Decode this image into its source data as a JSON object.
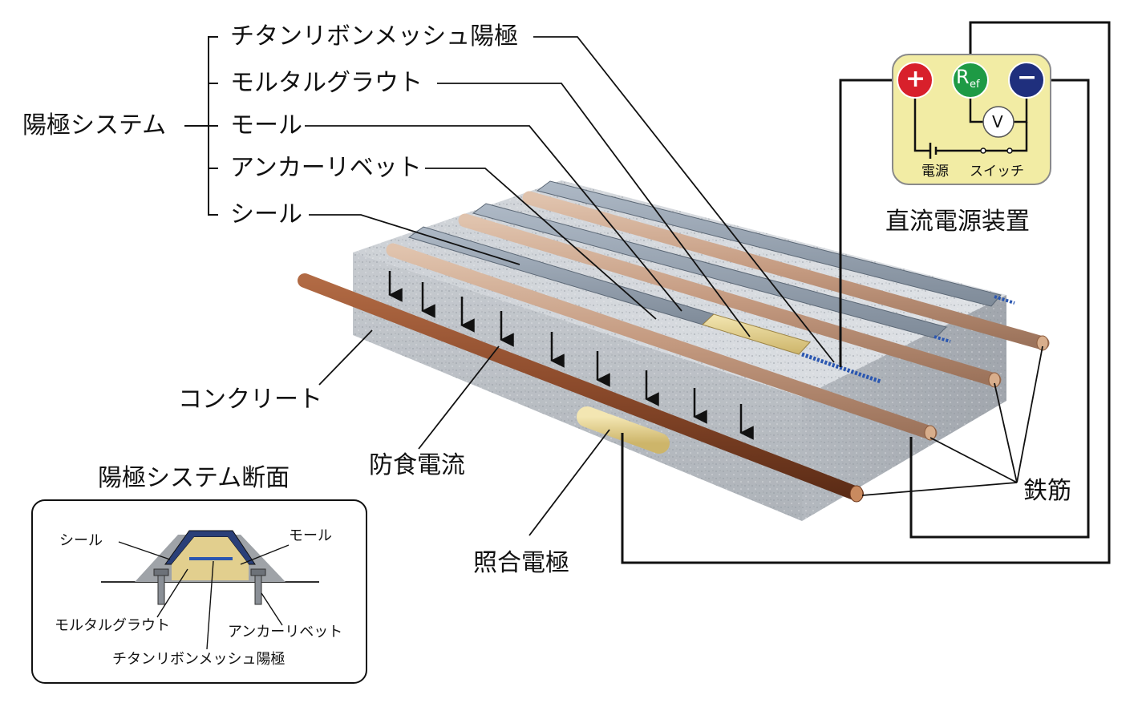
{
  "labels": {
    "anode_system": "陽極システム",
    "titanium_mesh": "チタンリボンメッシュ陽極",
    "mortar_grout": "モルタルグラウト",
    "mall": "モール",
    "anchor_rivet": "アンカーリベット",
    "seal": "シール",
    "concrete": "コンクリート",
    "protection_current": "防食電流",
    "reference_electrode": "照合電極",
    "rebar": "鉄筋",
    "dc_power_unit": "直流電源装置"
  },
  "power_unit": {
    "plus": "+",
    "ref_main": "R",
    "ref_sub": "ef",
    "minus": "−",
    "voltmeter": "V",
    "power_source": "電源",
    "switch": "スイッチ"
  },
  "inset": {
    "title": "陽極システム断面",
    "seal": "シール",
    "mall": "モール",
    "mortar_grout": "モルタルグラウト",
    "anchor_rivet": "アンカーリベット",
    "titanium_mesh": "チタンリボンメッシュ陽極"
  },
  "colors": {
    "concrete": "#b9bec4",
    "rebar_front": "#8b4a2b",
    "rebar_back": "#c49a80",
    "mall": "#8e9aa8",
    "power_box": "#f2eca4",
    "plus_terminal": "#d8202b",
    "ref_terminal": "#1e9a45",
    "minus_terminal": "#1f2f7d",
    "grout": "#e2cf8e",
    "mesh": "#2a56b0"
  }
}
